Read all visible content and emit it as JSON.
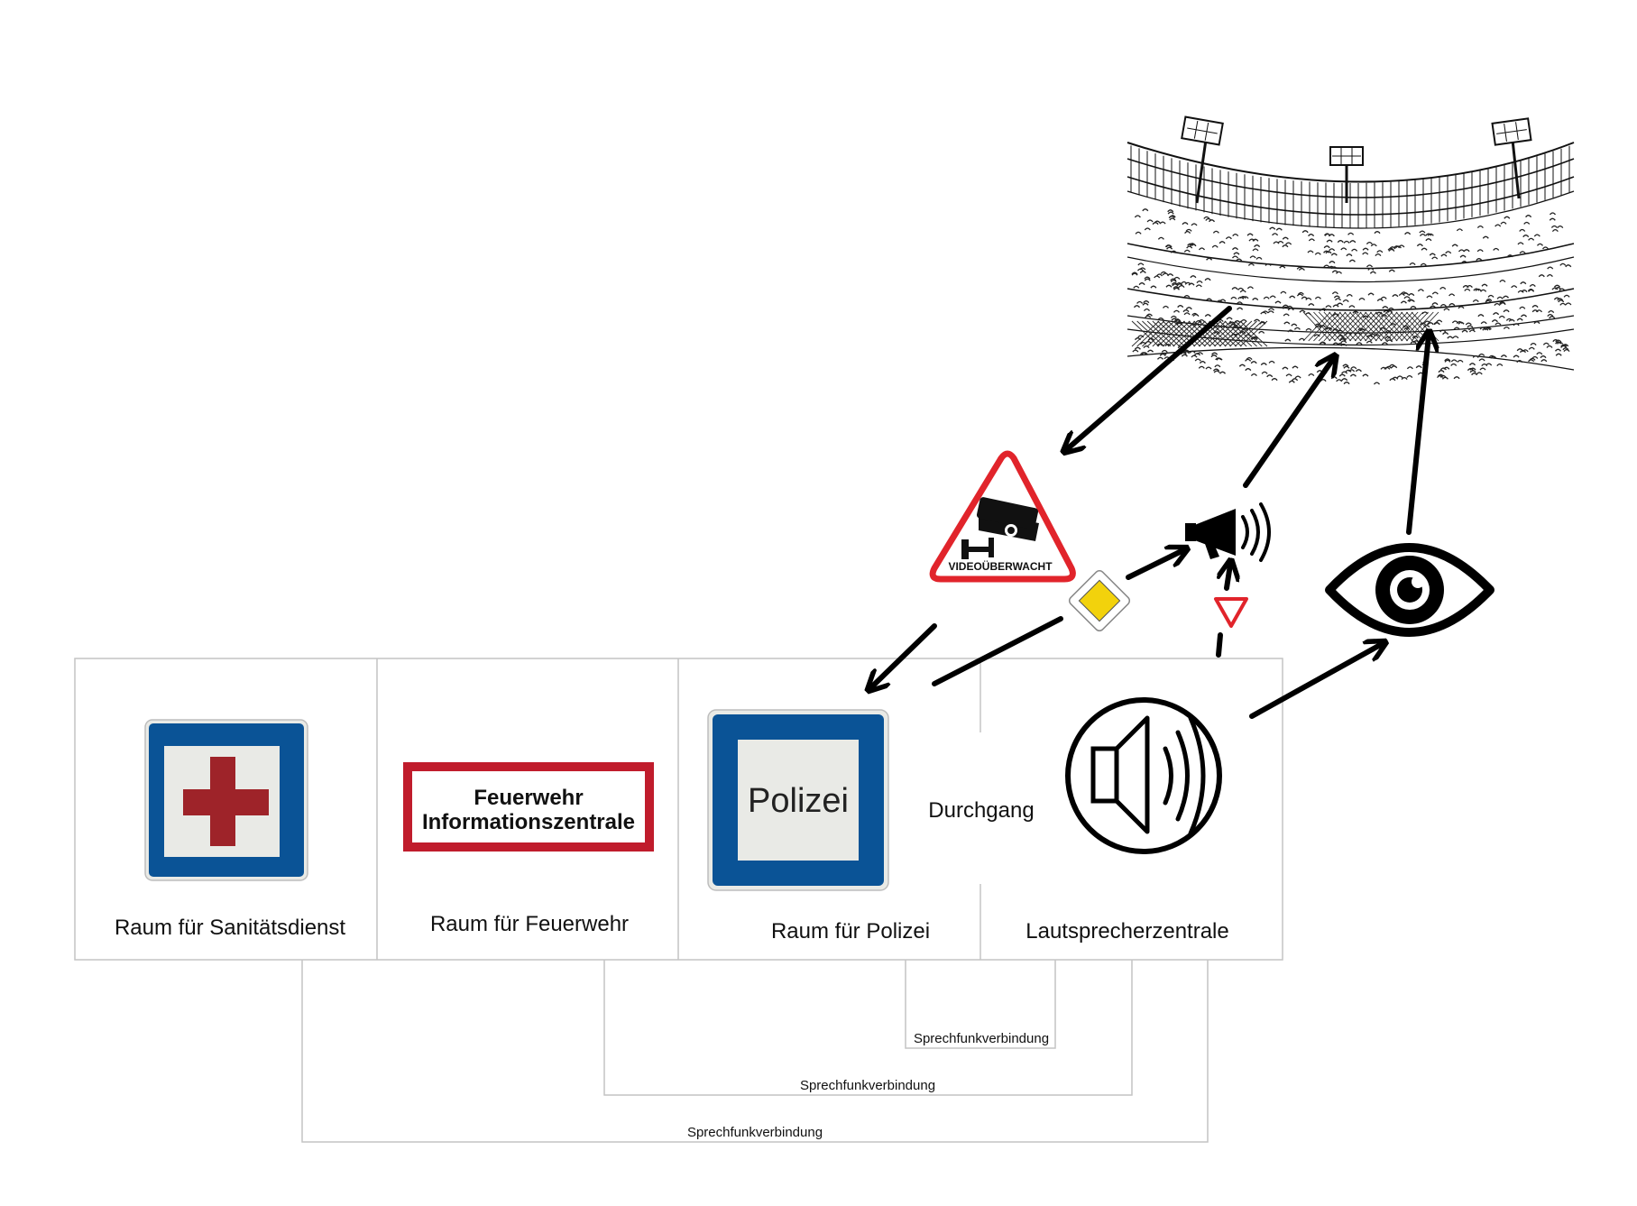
{
  "rooms": {
    "sanitaet": "Raum für Sanitätsdienst",
    "feuerwehr": "Raum für Feuerwehr",
    "polizei": "Raum für Polizei",
    "lautsprecher": "Lautsprecherzentrale"
  },
  "passage_label": "Durchgang",
  "signs": {
    "feuerwehr_line1": "Feuerwehr",
    "feuerwehr_line2": "Informationszentrale",
    "polizei": "Polizei",
    "video": "VIDEOÜBERWACHT"
  },
  "radio_links": [
    "Sprechfunkverbindung",
    "Sprechfunkverbindung",
    "Sprechfunkverbindung"
  ],
  "icons": [
    "first-aid-cross-icon",
    "fire-info-sign-icon",
    "police-sign-icon",
    "speaker-icon",
    "megaphone-icon",
    "eye-icon",
    "cctv-camera-icon",
    "priority-road-sign-icon",
    "yield-sign-icon",
    "stadium-illustration"
  ],
  "colors": {
    "sign_blue": "#0a5396",
    "sign_panel": "#e9eae6",
    "cross_red": "#9e2329",
    "fire_red": "#c01c2c",
    "warning_red": "#e1242b",
    "priority_yellow": "#f2d20c"
  }
}
